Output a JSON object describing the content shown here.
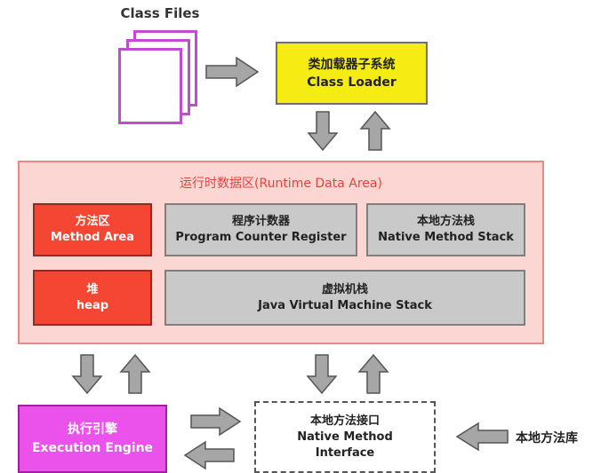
{
  "class_files": {
    "label": "Class Files"
  },
  "class_loader": {
    "zh": "类加载器子系统",
    "en": "Class Loader"
  },
  "runtime_data_area": {
    "title": "运行时数据区(Runtime Data Area)",
    "method_area": {
      "zh": "方法区",
      "en": "Method Area"
    },
    "program_counter": {
      "zh": "程序计数器",
      "en": "Program Counter Register"
    },
    "native_method_stack": {
      "zh": "本地方法栈",
      "en": "Native Method Stack"
    },
    "heap": {
      "zh": "堆",
      "en": "heap"
    },
    "jvm_stack": {
      "zh": "虚拟机栈",
      "en": "Java Virtual Machine Stack"
    }
  },
  "execution_engine": {
    "zh": "执行引擎",
    "en": "Execution Engine"
  },
  "native_method_interface": {
    "zh": "本地方法接口",
    "en_line1": "Native Method",
    "en_line2": "Interface"
  },
  "native_method_library": {
    "zh": "本地方法库"
  },
  "colors": {
    "class_loader": "#f4ec12",
    "runtime_area": "#fcd6d2",
    "red_block": "#f44632",
    "gray_block": "#c9c9c9",
    "execution_engine": "#eb52eb",
    "class_file_border": "#c14bd1",
    "arrow": "#a6a6a6"
  }
}
